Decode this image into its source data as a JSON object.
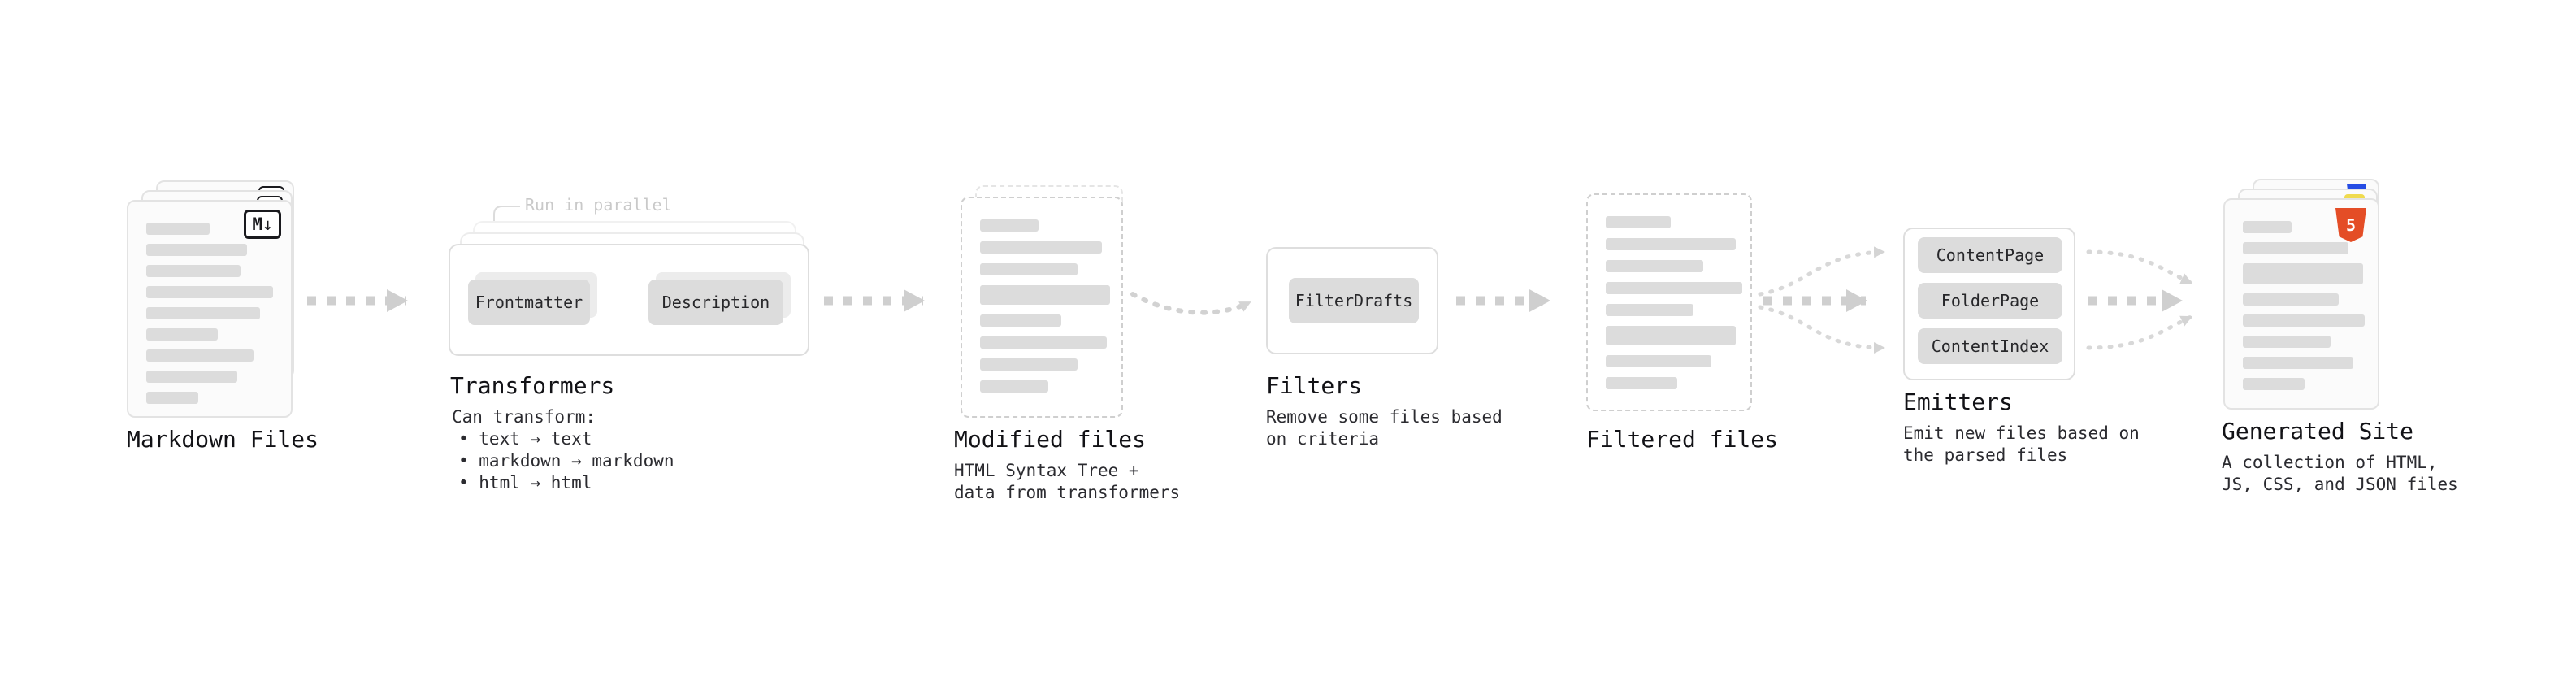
{
  "stages": {
    "markdown_files": {
      "label": "Markdown Files",
      "icon_label": "M↓"
    },
    "transformers": {
      "annotation": "Run in parallel",
      "buttons": [
        "Frontmatter",
        "Description"
      ],
      "label": "Transformers",
      "description_lines": [
        "Can transform:",
        "• text → text",
        "• markdown → markdown",
        "• html → html"
      ]
    },
    "modified_files": {
      "label": "Modified files",
      "description_lines": [
        "HTML Syntax Tree +",
        "data from transformers"
      ]
    },
    "filters": {
      "label": "Filters",
      "buttons": [
        "FilterDrafts"
      ],
      "description_lines": [
        "Remove some files based",
        "on criteria"
      ]
    },
    "filtered_files": {
      "label": "Filtered files"
    },
    "emitters": {
      "label": "Emitters",
      "buttons": [
        "ContentPage",
        "FolderPage",
        "ContentIndex"
      ],
      "description_lines": [
        "Emit new files based on",
        "the parsed files"
      ]
    },
    "generated_site": {
      "label": "Generated Site",
      "icon_label": "5",
      "description_lines": [
        "A collection of HTML,",
        "JS, CSS, and JSON files"
      ]
    }
  },
  "colors": {
    "arrow_gray": "#cfcfcf",
    "html5_orange": "#e44d26",
    "js_yellow": "#f0db4f",
    "css_blue": "#264de4",
    "bar_gray": "#dcdcdc"
  }
}
